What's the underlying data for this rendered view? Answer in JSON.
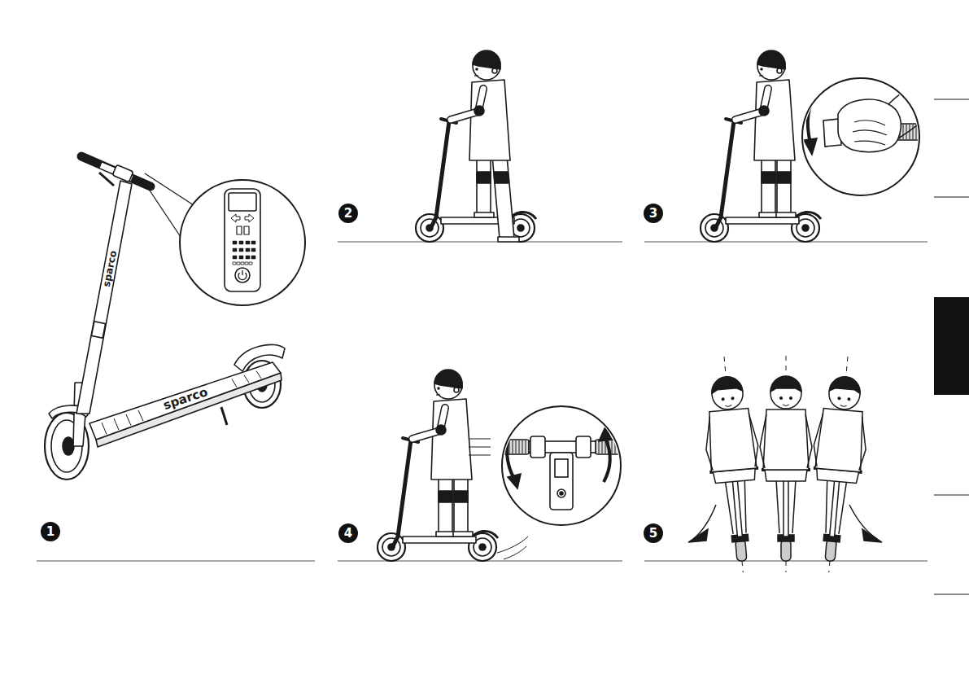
{
  "diagram": {
    "labels": [
      "sparco",
      "sparco",
      "1",
      "2",
      "3",
      "4",
      "5"
    ]
  }
}
